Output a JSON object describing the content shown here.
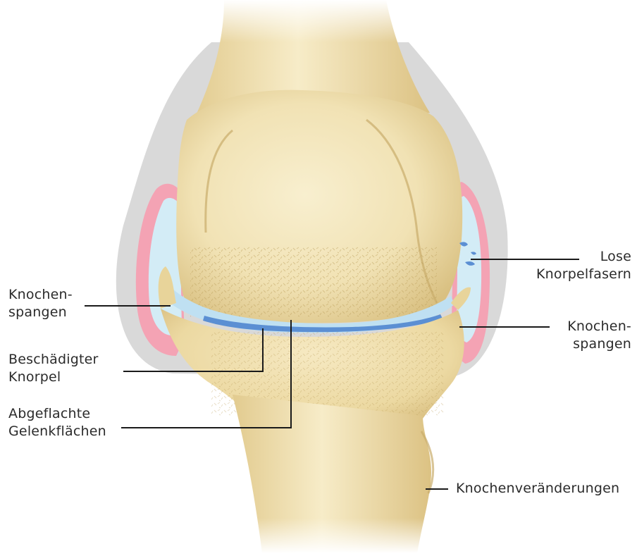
{
  "labels": {
    "lose_knorpelfasern": [
      "Lose",
      "Knorpelfasern"
    ],
    "knochenspangen_left": [
      "Knochen-",
      "spangen"
    ],
    "knochenspangen_right": [
      "Knochen-",
      "spangen"
    ],
    "beschaedigter_knorpel": [
      "Beschädigter",
      "Knorpel"
    ],
    "abgeflachte_gelenkflaechen": [
      "Abgeflachte",
      "Gelenkflächen"
    ],
    "knochenveraenderungen": "Knochenveränderungen"
  },
  "colors": {
    "bone": "#f1e2b4",
    "bone_shadow": "#e0c98e",
    "capsule": "#d9d9d9",
    "synovial_pink": "#f4a3b4",
    "synovial_fluid": "#d3ecf6",
    "cartilage_blue": "#5b8fd3",
    "leader_line": "#1a1a1a"
  }
}
